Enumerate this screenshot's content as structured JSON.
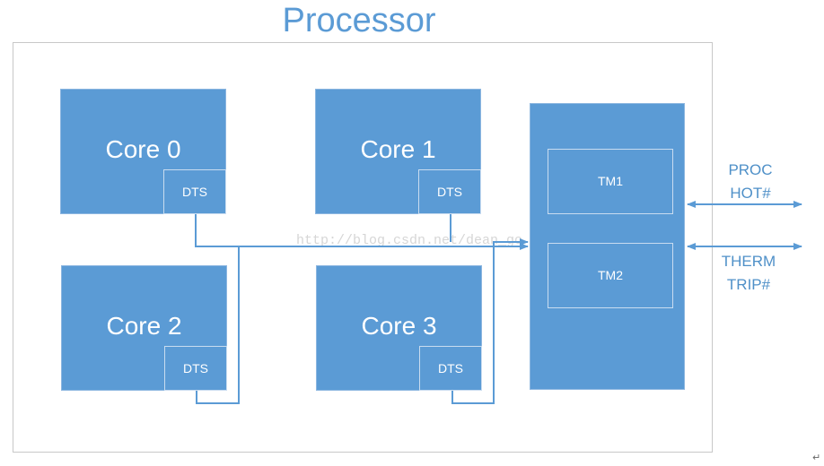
{
  "title": "Processor",
  "cores": [
    {
      "label": "Core 0",
      "sensor": "DTS"
    },
    {
      "label": "Core 1",
      "sensor": "DTS"
    },
    {
      "label": "Core 2",
      "sensor": "DTS"
    },
    {
      "label": "Core 3",
      "sensor": "DTS"
    }
  ],
  "thermal_monitors": [
    {
      "label": "TM1"
    },
    {
      "label": "TM2"
    }
  ],
  "signals": [
    {
      "line1": "PROC",
      "line2": "HOT#"
    },
    {
      "line1": "THERM",
      "line2": "TRIP#"
    }
  ],
  "watermark": "http://blog.csdn.net/dean_go",
  "colors": {
    "block": "#5b9bd5",
    "wire": "#5b9bd5",
    "title": "#5b9bd5"
  }
}
